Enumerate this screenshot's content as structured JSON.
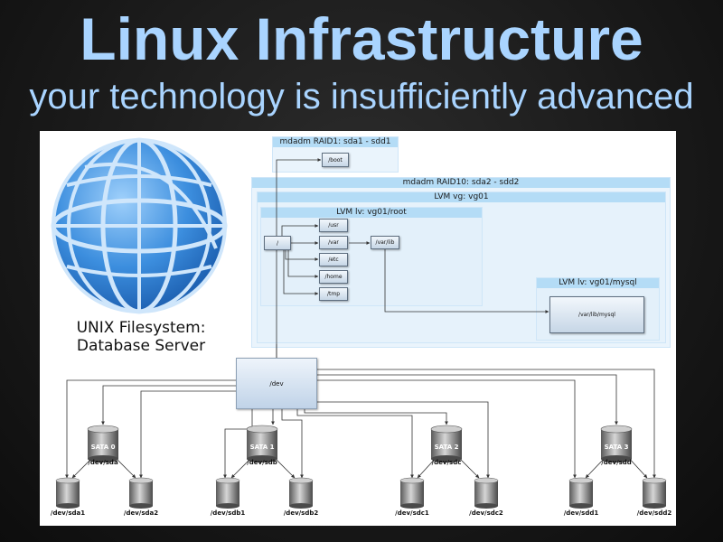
{
  "slide": {
    "title": "Linux Infrastructure",
    "subtitle": "your technology is insufficiently advanced"
  },
  "diagram": {
    "globe_caption_line1": "UNIX Filesystem:",
    "globe_caption_line2": "Database Server",
    "raid1_label": "mdadm RAID1: sda1 - sdd1",
    "raid10_label": "mdadm RAID10: sda2 - sdd2",
    "vg_label": "LVM vg: vg01",
    "lv_root_label": "LVM lv: vg01/root",
    "lv_mysql_label": "LVM lv: vg01/mysql",
    "nodes": {
      "boot": "/boot",
      "root": "/",
      "usr": "/usr",
      "var": "/var",
      "etc": "/etc",
      "home": "/home",
      "tmp": "/tmp",
      "varlib": "/var/lib",
      "mysql": "/var/lib/mysql",
      "dev": "/dev"
    },
    "sata": [
      "SATA 0",
      "SATA 1",
      "SATA 2",
      "SATA 3"
    ],
    "sata_devices": [
      "/dev/sda",
      "/dev/sdb",
      "/dev/sdc",
      "/dev/sdd"
    ],
    "partitions": [
      "/dev/sda1",
      "/dev/sda2",
      "/dev/sdb1",
      "/dev/sdb2",
      "/dev/sdc1",
      "/dev/sdc2",
      "/dev/sdd1",
      "/dev/sdd2"
    ],
    "colors": {
      "title": "#a9d4ff",
      "region_fill": "#eaf4fc",
      "region_header": "#b4dcf6",
      "globe": "#4a9ae0"
    }
  }
}
